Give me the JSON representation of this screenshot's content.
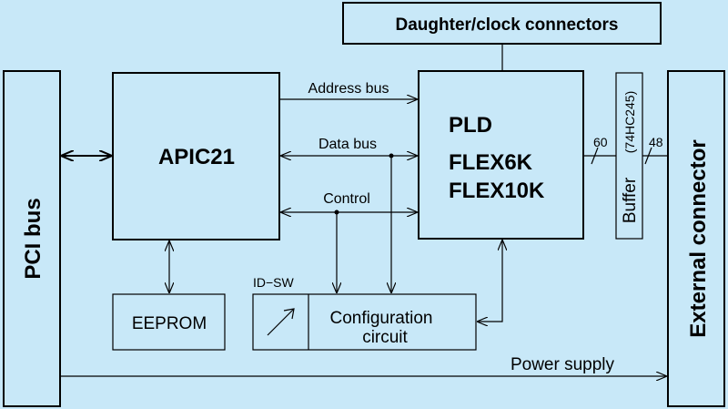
{
  "blocks": {
    "pci_bus": "PCI bus",
    "apic": "APIC21",
    "pld_title": "PLD",
    "pld_line1": "FLEX6K",
    "pld_line2": "FLEX10K",
    "buffer": "Buffer",
    "buffer_part": "(74HC245)",
    "external_connector": "External connector",
    "daughter_clock": "Daughter/clock connectors",
    "eeprom": "EEPROM",
    "config_line1": "Configuration",
    "config_line2": "circuit",
    "id_sw": "ID−SW"
  },
  "signals": {
    "address_bus": "Address bus",
    "data_bus": "Data bus",
    "control": "Control",
    "power_supply": "Power supply",
    "width_pld_buffer": "60",
    "width_buffer_connector": "48"
  }
}
